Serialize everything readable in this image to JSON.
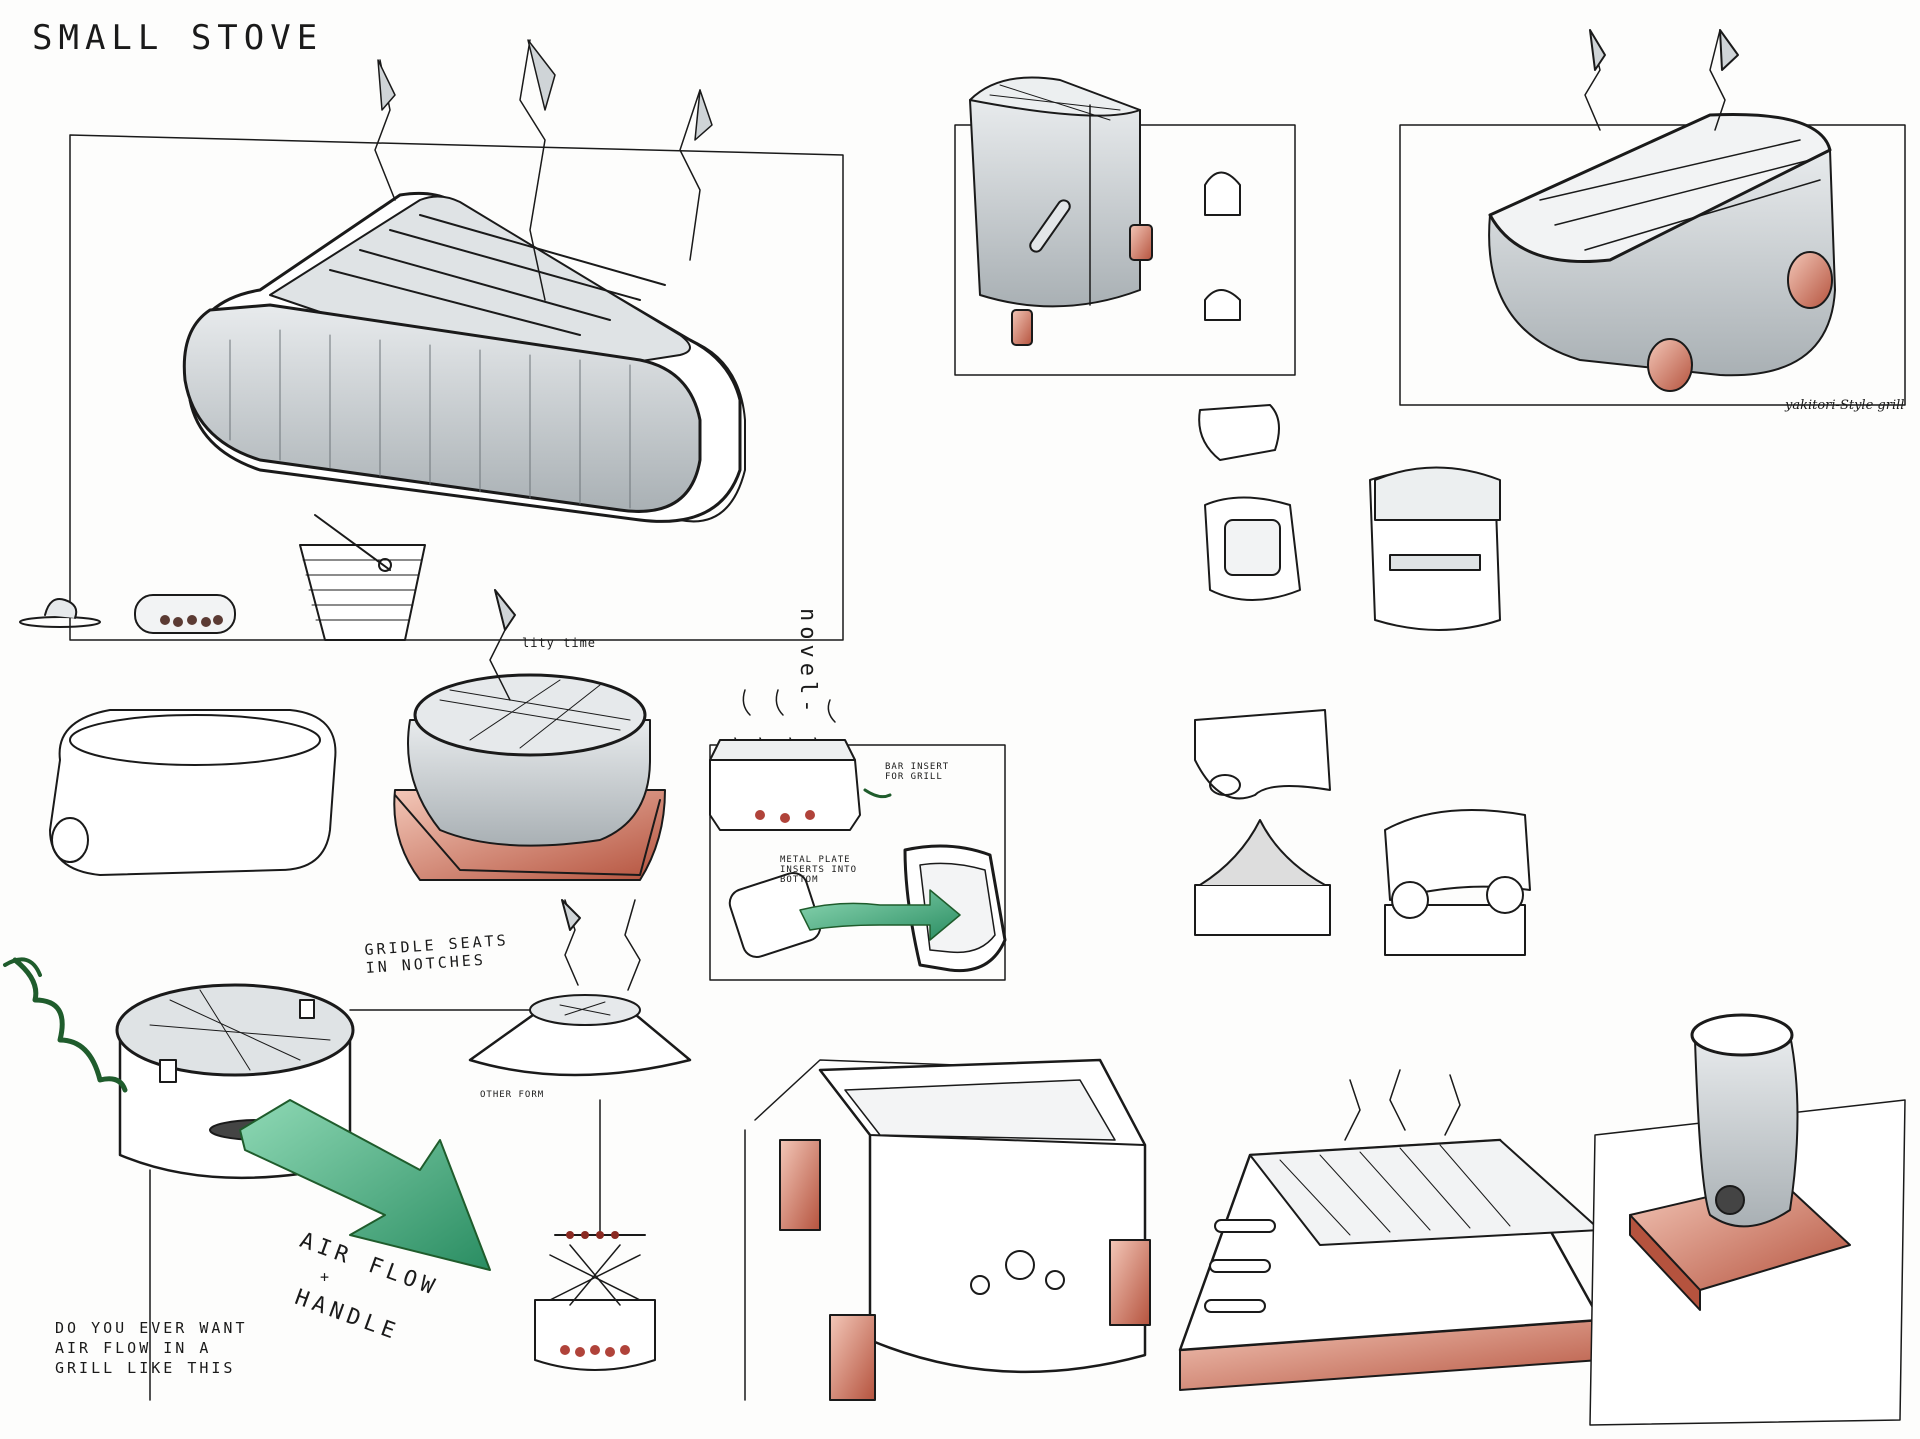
{
  "title": "SMALL STOVE",
  "annotations": {
    "novel": "novel-",
    "quality_time": "lity time",
    "yakitori": "yakitori-Style grill",
    "bar_insert": "BAR INSERT\nFOR GRILL",
    "metal_plate": "METAL PLATE\nINSERTS INTO\nBOTTOM",
    "gridle_seats": "GRIDLE SEATS\nIN NOTCHES",
    "other_form": "OTHER FORM",
    "air_flow": "AIR FLOW",
    "plus": "+",
    "handle": "HANDLE",
    "question": "DO YOU EVER WANT\nAIR FLOW IN A\nGRILL LIKE THIS"
  },
  "colors": {
    "ink": "#1a1a1a",
    "marker_red": "#c8725f",
    "marker_green": "#3fa67a",
    "dark_green": "#1f5c2c",
    "grey_shade": "#9aa0a4"
  }
}
